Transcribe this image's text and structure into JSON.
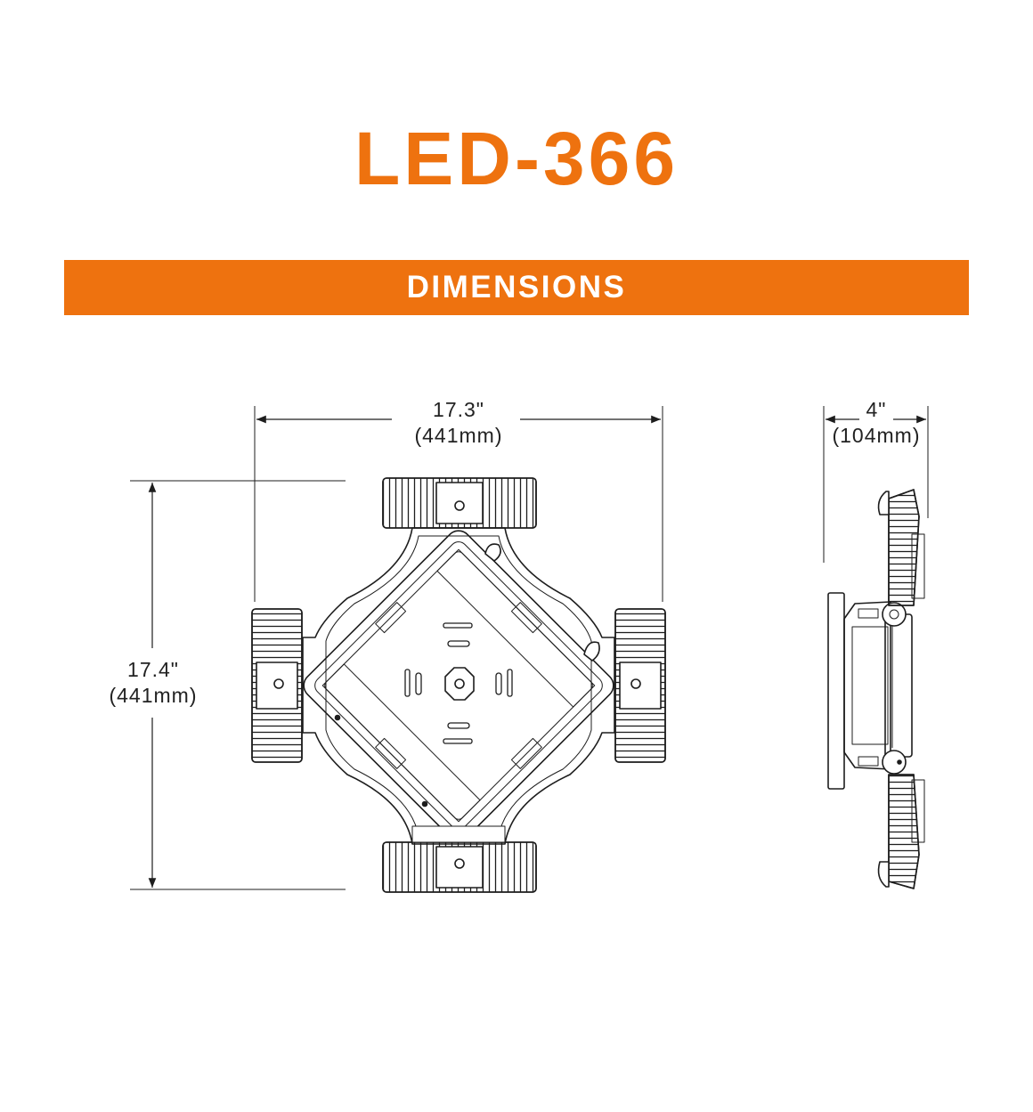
{
  "title": "LED-366",
  "section_label": "DIMENSIONS",
  "colors": {
    "accent": "#ee720f",
    "line": "#1d1d1d",
    "text": "#ffffff"
  },
  "dimensions": {
    "front_width": {
      "inches": "17.3\"",
      "mm": "(441mm)"
    },
    "front_height": {
      "inches": "17.4\"",
      "mm": "(441mm)"
    },
    "side_depth": {
      "inches": "4\"",
      "mm": "(104mm)"
    }
  }
}
